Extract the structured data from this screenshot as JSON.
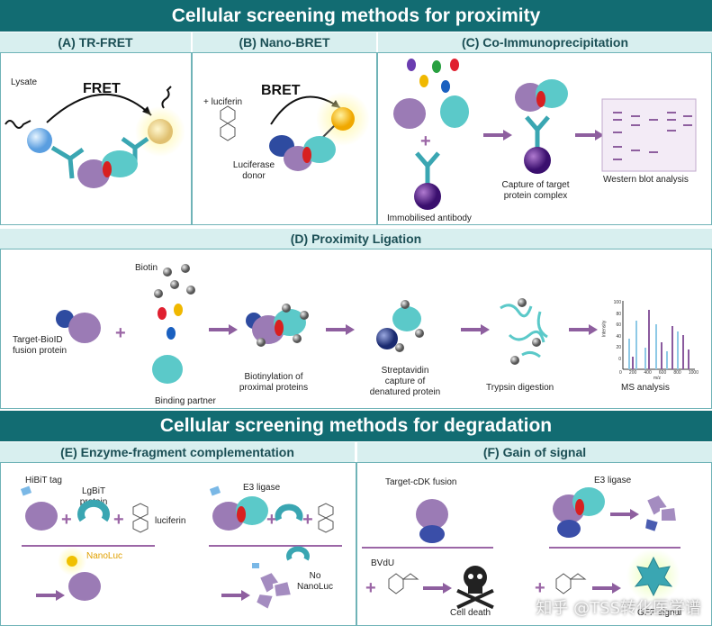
{
  "header": {
    "proximity_title": "Cellular screening methods for proximity",
    "degradation_title": "Cellular screening methods for degradation"
  },
  "panel_a": {
    "title": "(A) TR-FRET",
    "lysate": "Lysate",
    "fret": "FRET"
  },
  "panel_b": {
    "title": "(B) Nano-BRET",
    "luciferin": "+ luciferin",
    "bret": "BRET",
    "donor": "Luciferase\ndonor"
  },
  "panel_c": {
    "title": "(C) Co-Immunoprecipitation",
    "immobilised": "Immobilised antibody",
    "capture": "Capture of target\nprotein complex",
    "western": "Western blot analysis"
  },
  "panel_d": {
    "title": "(D) Proximity Ligation",
    "biotin": "Biotin",
    "target": "Target-BioID\nfusion protein",
    "binding": "Binding partner",
    "biotinylation": "Biotinylation of\nproximal proteins",
    "streptavidin": "Streptavidin\ncapture of\ndenatured protein",
    "trypsin": "Trypsin digestion",
    "ms": "MS analysis",
    "ms_axis": {
      "y_ticks": [
        "100",
        "80",
        "60",
        "40",
        "20",
        "0"
      ],
      "x_ticks": [
        "0",
        "200",
        "400",
        "600",
        "800",
        "1000"
      ],
      "xlabel": "m/z",
      "ylabel": "Intensity"
    }
  },
  "panel_e": {
    "title": "(E) Enzyme-fragment complementation",
    "hibit": "HiBiT tag",
    "lgbit": "LgBiT\nprotein",
    "luciferin": "luciferin",
    "nanoluc": "NanoLuc",
    "e3": "E3 ligase",
    "no_nanoluc": "No\nNanoLuc"
  },
  "panel_f": {
    "title": "(F) Gain of signal",
    "target_cdk": "Target-cDK fusion",
    "e3": "E3 ligase",
    "bvdu": "BVdU",
    "cell_death": "Cell death",
    "gfp": "GFP signal"
  },
  "watermark": "知乎 @TSS转化医学谱",
  "colors": {
    "banner": "#126c72",
    "subheader": "#d8efef",
    "arrow": "#8e5f9f",
    "target": "#9b7bb5",
    "partner": "#5bc9c9",
    "ligand": "#d82020"
  }
}
